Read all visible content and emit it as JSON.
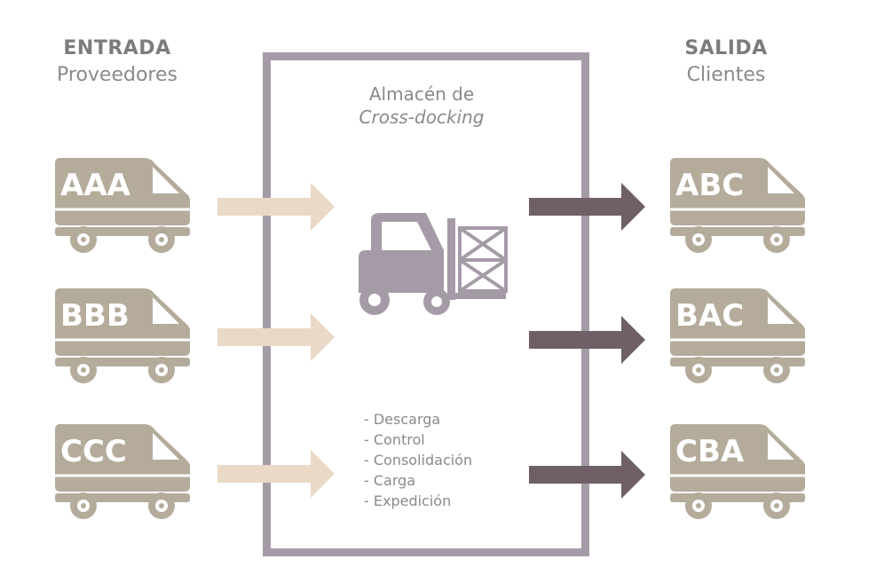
{
  "colors": {
    "truck": "#b4ab9b",
    "inbound_arrow": "#ead9c6",
    "outbound_arrow": "#6f5f66",
    "warehouse_border": "#a59ba7",
    "forklift": "#a59ba7",
    "text": "#8a8a8a"
  },
  "entrada": {
    "title": "ENTRADA",
    "subtitle": "Proveedores",
    "trucks": [
      {
        "label": "AAA",
        "icon": "truck-icon"
      },
      {
        "label": "BBB",
        "icon": "truck-icon"
      },
      {
        "label": "CCC",
        "icon": "truck-icon"
      }
    ]
  },
  "warehouse": {
    "title_line1": "Almacén de",
    "title_line2": "Cross-docking",
    "icon": "forklift-icon",
    "steps": [
      "- Descarga",
      "- Control",
      "- Consolidación",
      "- Carga",
      "- Expedición"
    ]
  },
  "salida": {
    "title": "SALIDA",
    "subtitle": "Clientes",
    "trucks": [
      {
        "label": "ABC",
        "icon": "truck-icon"
      },
      {
        "label": "BAC",
        "icon": "truck-icon"
      },
      {
        "label": "CBA",
        "icon": "truck-icon"
      }
    ]
  }
}
